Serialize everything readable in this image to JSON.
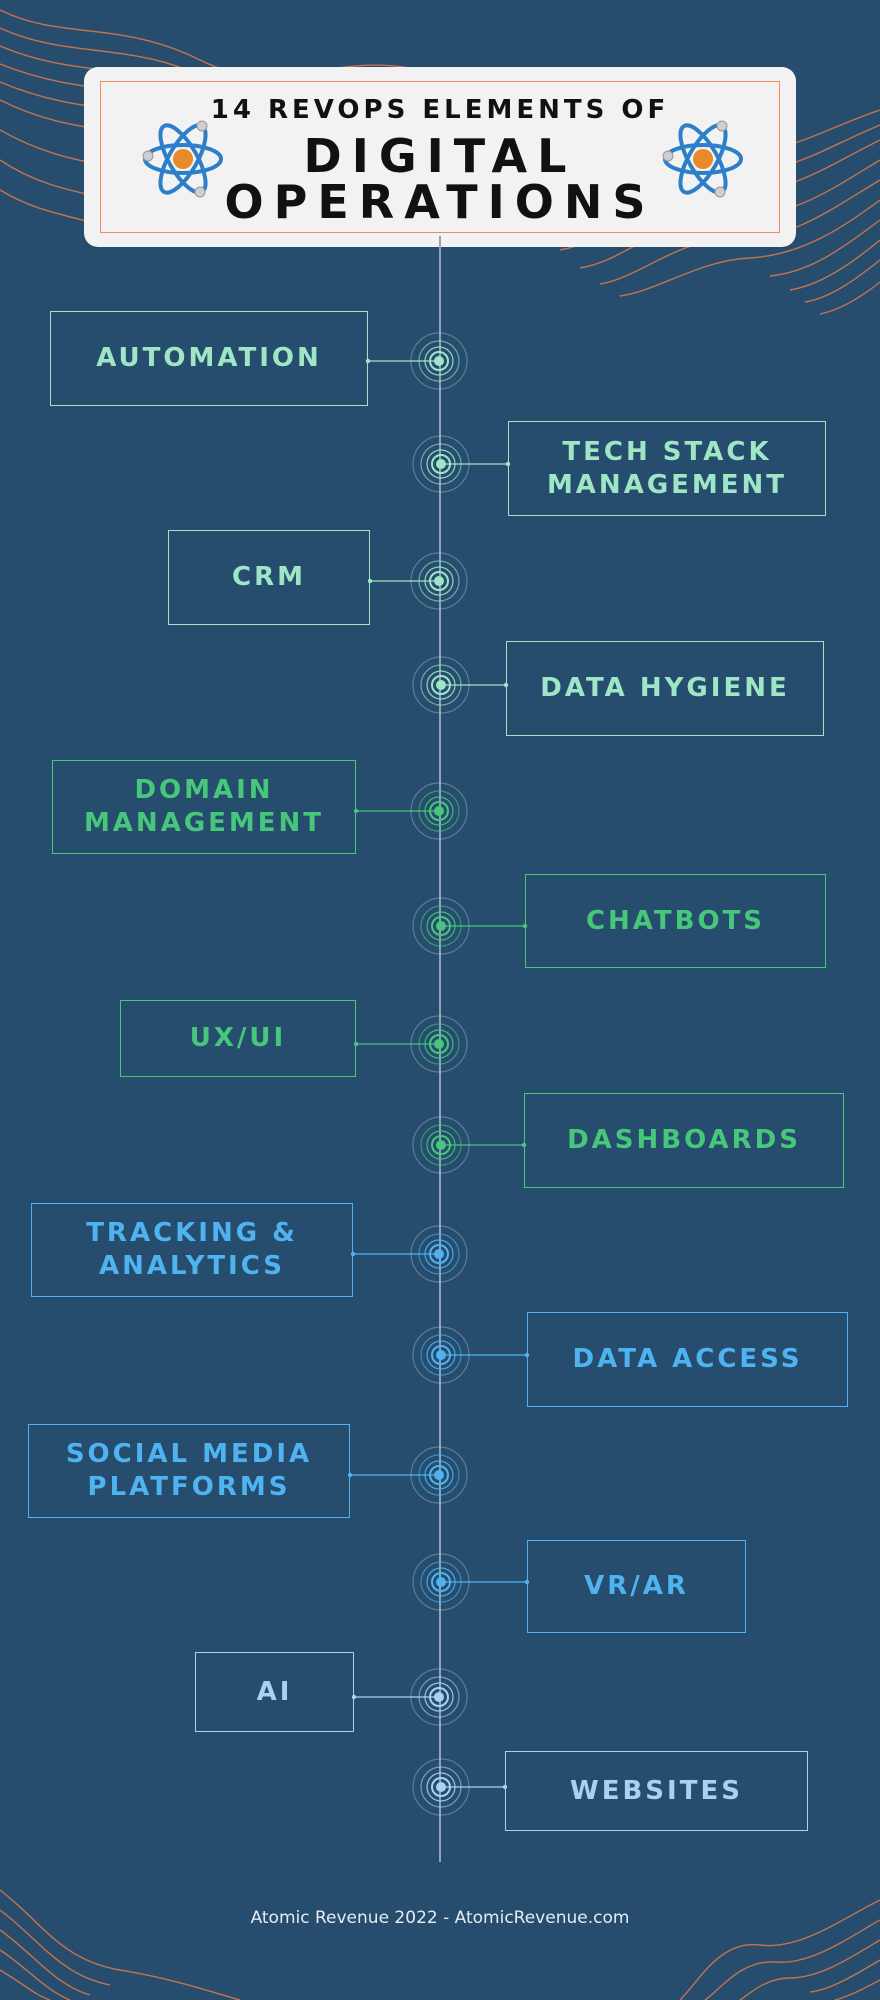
{
  "header": {
    "subtitle": "14 REVOPS ELEMENTS OF",
    "title_line1": "DIGITAL",
    "title_line2": "OPERATIONS"
  },
  "colors": {
    "background": "#264d6e",
    "accent_orange": "#f08a5d",
    "mint": "#9fe6c6",
    "green": "#46c77a",
    "blue": "#4fb3f2",
    "sky": "#a8d2f2"
  },
  "icons": [
    "atom-icon",
    "target-node-icon"
  ],
  "elements": [
    {
      "label": "AUTOMATION",
      "color": "#9fe6c6"
    },
    {
      "label": "TECH STACK MANAGEMENT",
      "color": "#9fe6c6"
    },
    {
      "label": "CRM",
      "color": "#9fe6c6"
    },
    {
      "label": "DATA HYGIENE",
      "color": "#9fe6c6"
    },
    {
      "label": "DOMAIN MANAGEMENT",
      "color": "#46c77a"
    },
    {
      "label": "CHATBOTS",
      "color": "#46c77a"
    },
    {
      "label": "UX/UI",
      "color": "#46c77a"
    },
    {
      "label": "DASHBOARDS",
      "color": "#46c77a"
    },
    {
      "label": "TRACKING & ANALYTICS",
      "color": "#4fb3f2"
    },
    {
      "label": "DATA ACCESS",
      "color": "#4fb3f2"
    },
    {
      "label": "SOCIAL MEDIA PLATFORMS",
      "color": "#4fb3f2"
    },
    {
      "label": "VR/AR",
      "color": "#4fb3f2"
    },
    {
      "label": "AI",
      "color": "#a8d2f2"
    },
    {
      "label": "WEBSITES",
      "color": "#a8d2f2"
    }
  ],
  "footer": "Atomic Revenue 2022 - AtomicRevenue.com"
}
